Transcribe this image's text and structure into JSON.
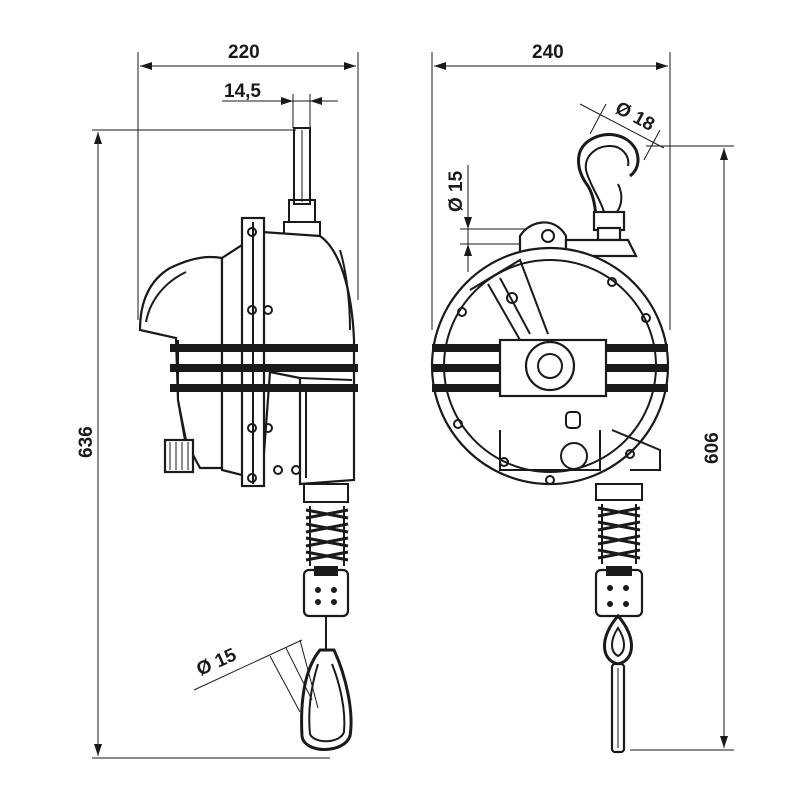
{
  "dimensions": {
    "left_width": "220",
    "left_offset": "14,5",
    "left_height": "636",
    "left_hook_diameter": "Ø 15",
    "right_width": "240",
    "right_hook_diameter": "Ø 18",
    "right_eye_diameter": "Ø 15",
    "right_height": "606"
  },
  "colors": {
    "line": "#1a1a1a",
    "background": "#ffffff"
  }
}
